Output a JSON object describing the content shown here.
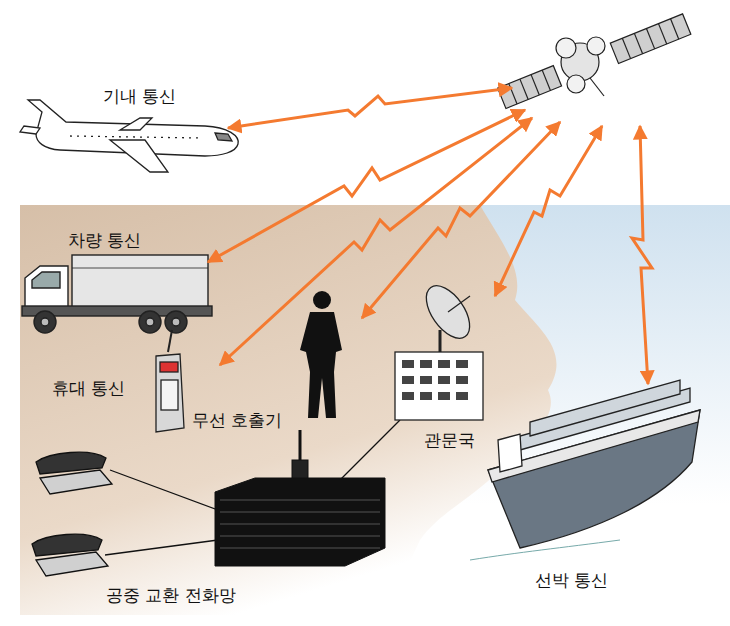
{
  "diagram": {
    "labels": [
      "기내 통신",
      "차량 통신",
      "휴대 통신",
      "무선 호출기",
      "관문국",
      "선박 통신",
      "공중 교환 전화망"
    ]
  }
}
